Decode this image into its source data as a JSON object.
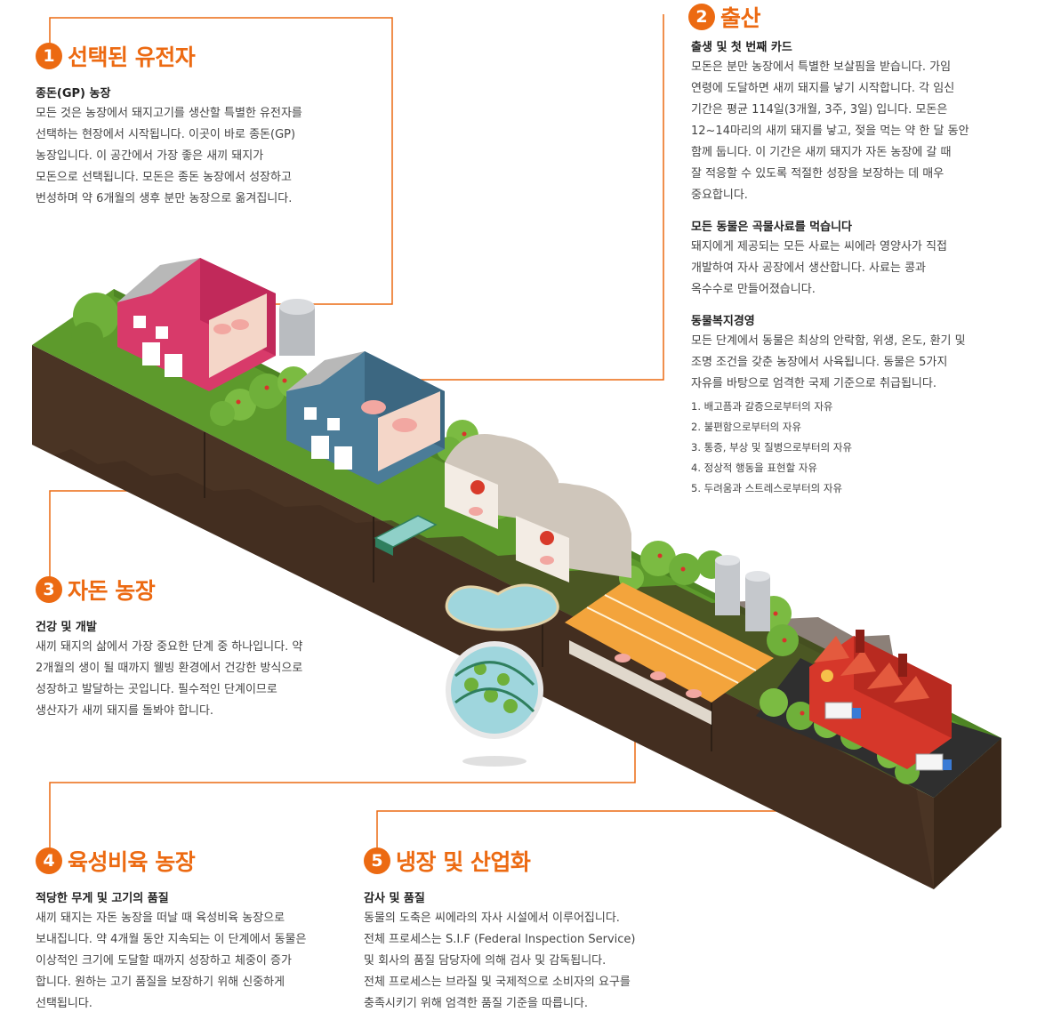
{
  "colors": {
    "accent": "#ec6a12",
    "grass": "#5d9a2c",
    "soil": "#4a3424",
    "barn_pink": "#d83a6a",
    "barn_blue": "#4b7c98",
    "roof": "#f3a43c",
    "factory": "#d6372a"
  },
  "sections": [
    {
      "number": "1",
      "title": "선택된 유전자",
      "subtitle": "종돈(GP) 농장",
      "lines": [
        "모든 것은 농장에서 돼지고기를 생산할 특별한 유전자를",
        "선택하는 현장에서 시작됩니다. 이곳이 바로 종돈(GP)",
        "농장입니다. 이 공간에서 가장 좋은 새끼 돼지가",
        "모돈으로 선택됩니다. 모돈은 종돈 농장에서 성장하고",
        "번성하며 약 6개월의 생후 분만 농장으로 옮겨집니다."
      ]
    },
    {
      "number": "2",
      "title": "출산",
      "blocks": [
        {
          "subtitle": "출생 및 첫 번째 카드",
          "lines": [
            "모돈은 분만 농장에서 특별한 보살핌을 받습니다. 가임",
            "연령에 도달하면 새끼 돼지를 낳기 시작합니다. 각 임신",
            "기간은 평균 114일(3개월, 3주, 3일) 입니다. 모돈은",
            "12~14마리의 새끼 돼지를 낳고, 젖을 먹는 약 한 달 동안",
            "함께 둡니다. 이 기간은 새끼 돼지가 자돈 농장에 갈 때",
            "잘 적응할 수 있도록 적절한 성장을 보장하는 데 매우",
            "중요합니다."
          ]
        },
        {
          "subtitle": "모든 동물은 곡물사료를 먹습니다",
          "lines": [
            "돼지에게 제공되는 모든 사료는 씨에라 영양사가 직접",
            "개발하여 자사 공장에서 생산합니다. 사료는 콩과",
            "옥수수로 만들어졌습니다."
          ]
        },
        {
          "subtitle": "동물복지경영",
          "lines": [
            "모든 단계에서 동물은 최상의 안락함, 위생, 온도, 환기 및",
            "조명 조건을 갖춘 농장에서 사육됩니다. 동물은 5가지",
            "자유를 바탕으로 엄격한 국제 기준으로 취급됩니다."
          ],
          "list": [
            "1. 배고픔과 갈증으로부터의 자유",
            "2. 불편함으로부터의 자유",
            "3. 통증, 부상 및 질병으로부터의 자유",
            "4. 정상적 행동을 표현할 자유",
            "5. 두려움과 스트레스로부터의 자유"
          ]
        }
      ]
    },
    {
      "number": "3",
      "title": "자돈 농장",
      "subtitle": "건강 및 개발",
      "lines": [
        "새끼 돼지의 삶에서 가장 중요한 단계 중 하나입니다. 약",
        "2개월의 생이 될 때까지 웰빙 환경에서 건강한 방식으로",
        "성장하고 발달하는 곳입니다. 필수적인 단계이므로",
        "생산자가 새끼 돼지를 돌봐야 합니다."
      ]
    },
    {
      "number": "4",
      "title": "육성비육 농장",
      "subtitle": "적당한 무게 및 고기의 품질",
      "lines": [
        "새끼 돼지는 자돈 농장을 떠날 때 육성비육 농장으로",
        "보내집니다. 약 4개월 동안 지속되는 이 단계에서 동물은",
        "이상적인 크기에 도달할 때까지 성장하고 체중이 증가",
        "합니다. 원하는 고기 품질을 보장하기 위해 신중하게",
        "선택됩니다."
      ]
    },
    {
      "number": "5",
      "title": "냉장 및 산업화",
      "subtitle": "감사 및 품질",
      "lines": [
        "동물의 도축은 씨에라의 자사 시설에서 이루어집니다.",
        "전체 프로세스는 S.I.F (Federal Inspection Service)",
        "및 회사의 품질 담당자에 의해 검사 및 감독됩니다.",
        "전체 프로세스는 브라질 및 국제적으로 소비자의 요구를",
        "충족시키기 위해 엄격한 품질 기준을 따릅니다."
      ]
    }
  ]
}
